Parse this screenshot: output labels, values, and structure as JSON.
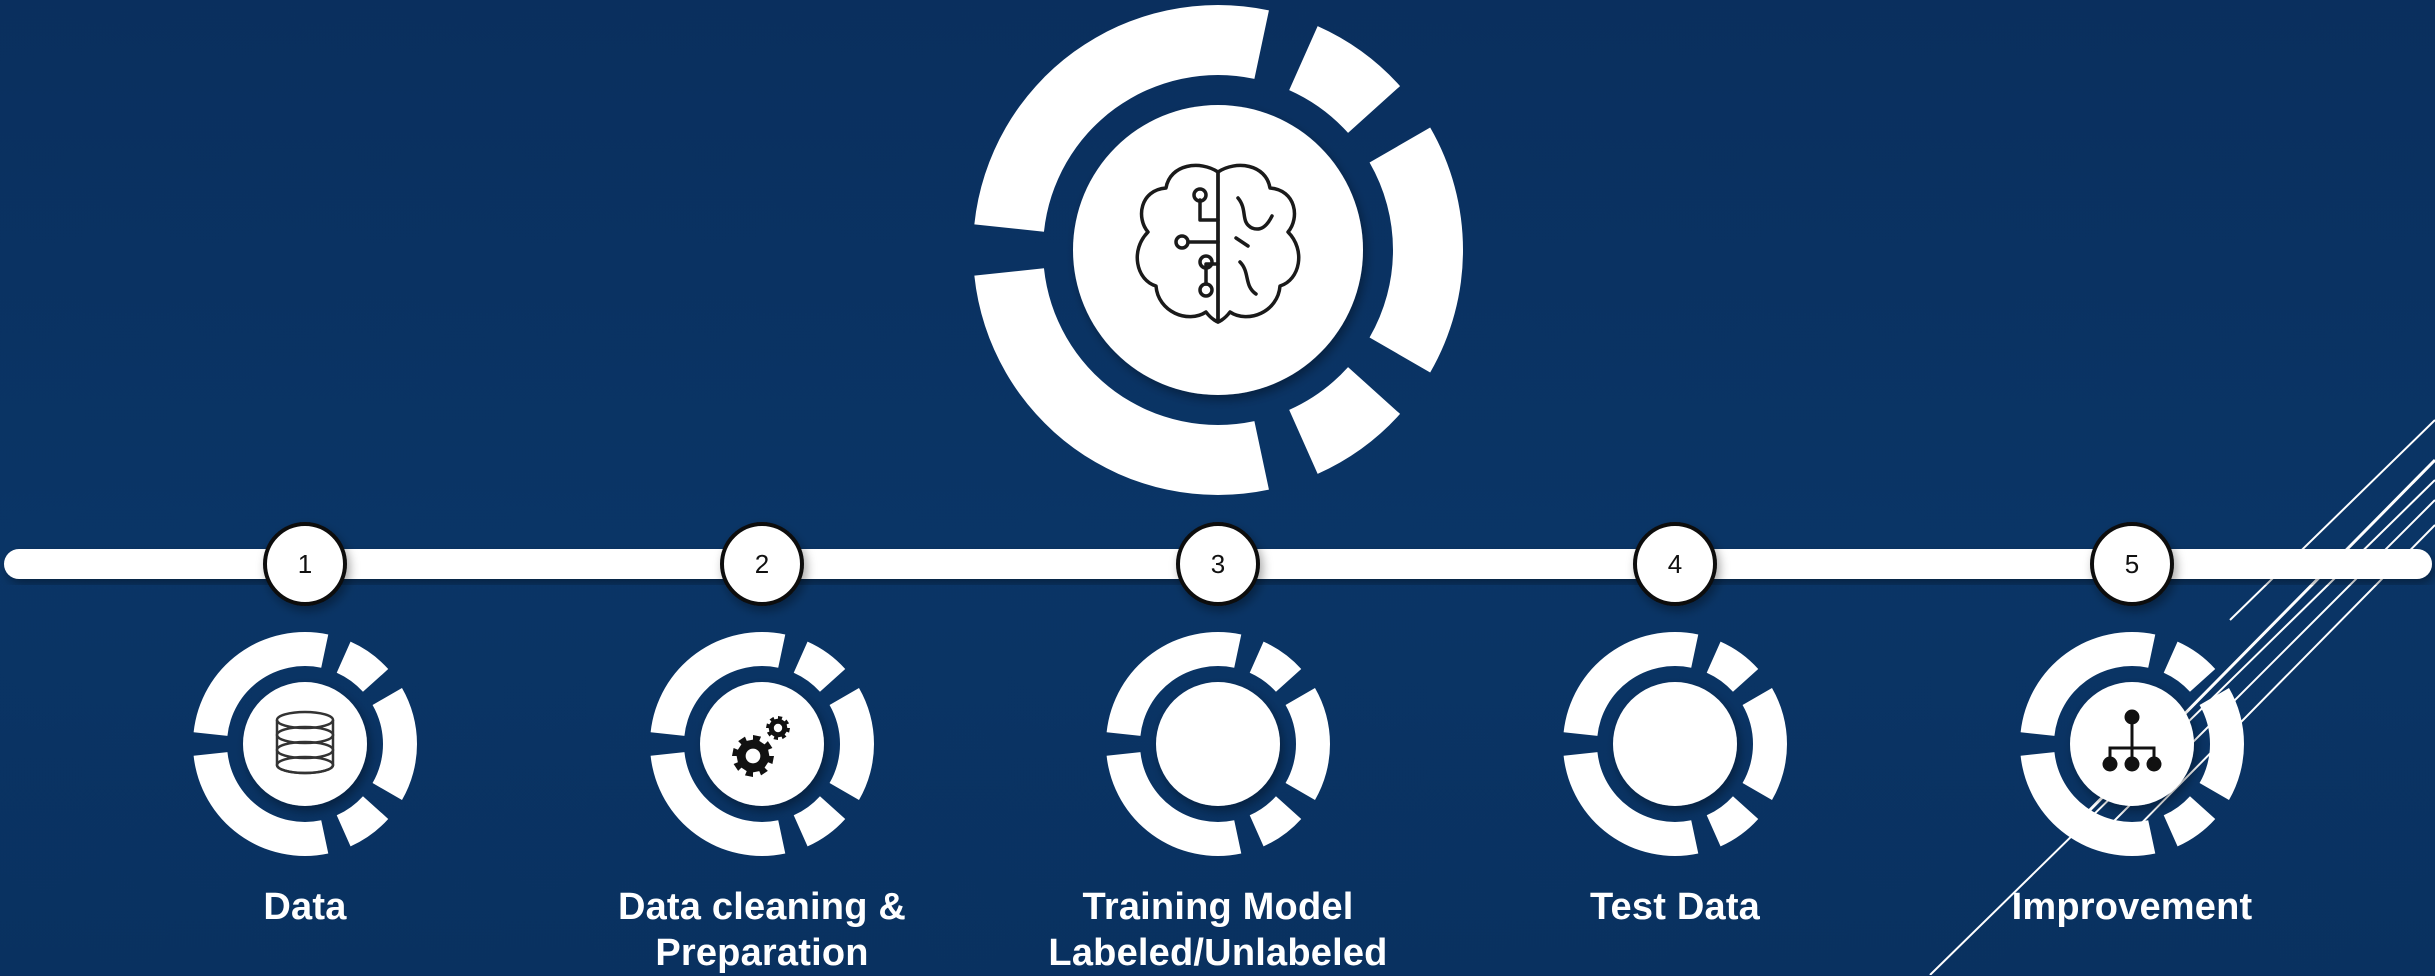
{
  "diagram": {
    "center_icon": "brain-circuit-icon",
    "colors": {
      "background": "#0a3262",
      "ring": "#ffffff",
      "icon": "#1a1a1a"
    },
    "steps": [
      {
        "number": "1",
        "label_lines": [
          "Data"
        ],
        "icon": "database-icon"
      },
      {
        "number": "2",
        "label_lines": [
          "Data cleaning &",
          "Preparation"
        ],
        "icon": "gears-icon"
      },
      {
        "number": "3",
        "label_lines": [
          "Training Model",
          "Labeled/Unlabeled"
        ],
        "icon": ""
      },
      {
        "number": "4",
        "label_lines": [
          "Test Data"
        ],
        "icon": ""
      },
      {
        "number": "5",
        "label_lines": [
          "Improvement"
        ],
        "icon": "hierarchy-icon"
      }
    ]
  }
}
